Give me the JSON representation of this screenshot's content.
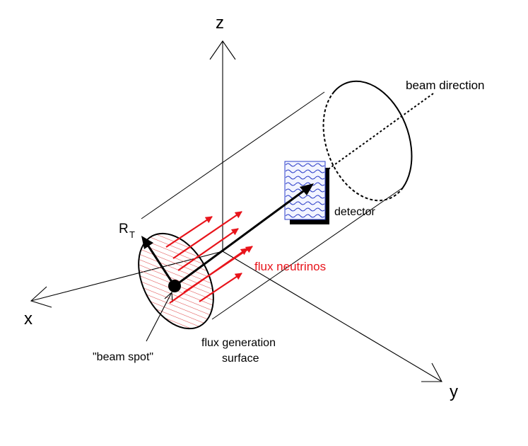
{
  "labels": {
    "z": "z",
    "x": "x",
    "y": "y",
    "beam_direction": "beam direction",
    "detector": "detector",
    "r_t_main": "R",
    "r_t_sub": "T",
    "flux_neutrinos": "flux neutrinos",
    "beam_spot": "\"beam spot\"",
    "flux_generation_line1": "flux generation",
    "flux_generation_line2": "surface"
  },
  "colors": {
    "ink": "#000000",
    "flux_red": "#e8141b",
    "hatch_red": "#e05050",
    "detector_blue": "#2a3cc8",
    "detector_fill": "#f2f4ff"
  }
}
